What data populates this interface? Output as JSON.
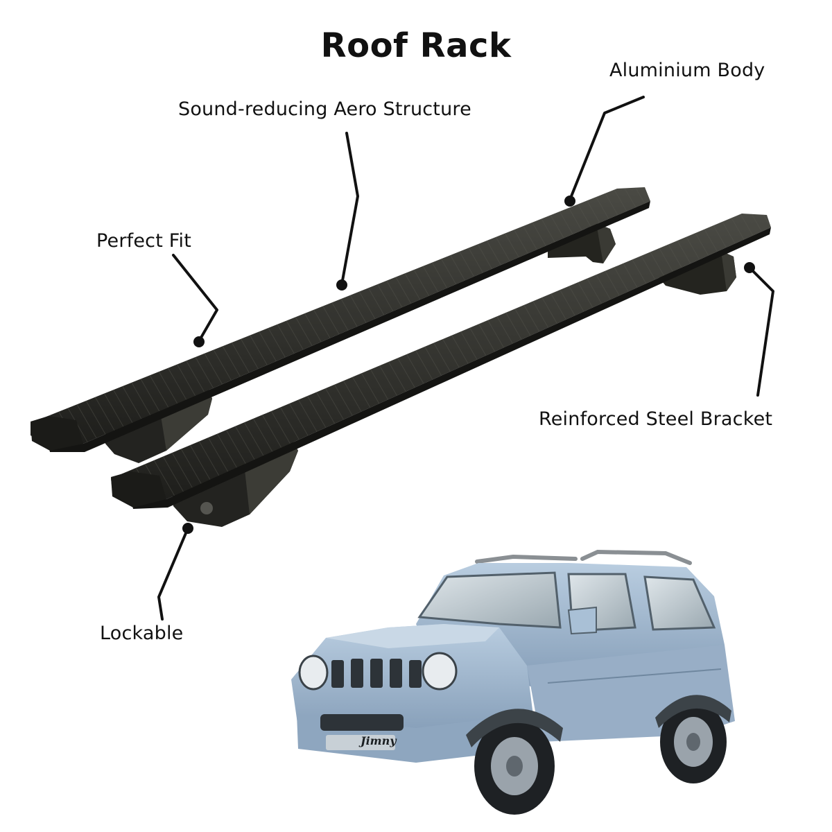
{
  "title": "Roof Rack",
  "features": {
    "aluminium_body": "Aluminium Body",
    "aero_structure": "Sound-reducing Aero Structure",
    "perfect_fit": "Perfect Fit",
    "steel_bracket": "Reinforced Steel Bracket",
    "lockable": "Lockable"
  },
  "vehicle": {
    "badge": "Jimny"
  },
  "colors": {
    "rack": "#2a2a26",
    "car_body": "#9db4cc",
    "leader_line": "#111111"
  },
  "icons": [
    "roof-rack-illustration",
    "car-illustration"
  ]
}
